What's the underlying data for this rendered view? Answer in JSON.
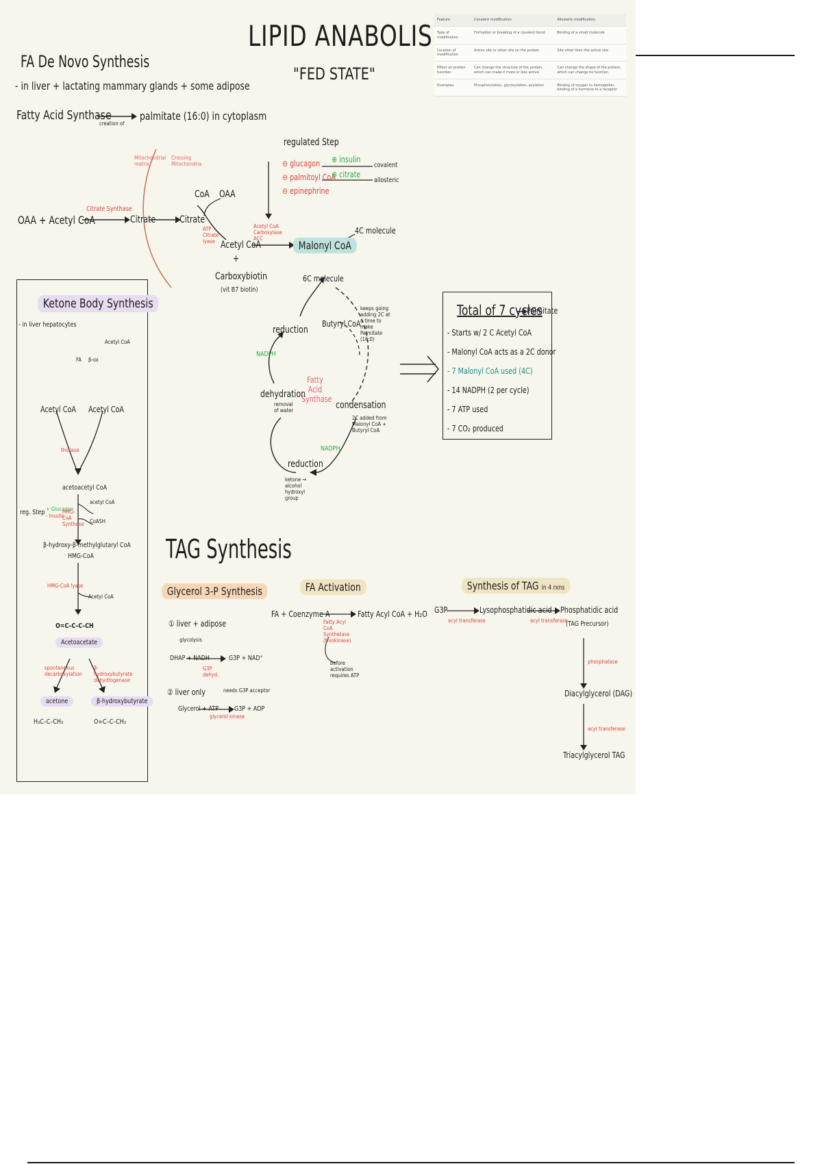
{
  "title": "LIPID ANABOLISM",
  "subtitle": "\"FED STATE\"",
  "denovo": {
    "heading": "FA De Novo Synthesis",
    "location_line": "- in liver + lactating mammary glands + some adipose",
    "enzyme_line_left": "Fatty Acid Synthase",
    "enzyme_arrow_label": "creation of",
    "enzyme_line_right": "palmitate (16:0) in cytoplasm"
  },
  "membrane": {
    "left_label": "Mitochondrial matrix",
    "right_label": "Crossing Mitochondria"
  },
  "citrate_shuttle": {
    "reactants": "OAA + Acetyl CoA",
    "enzyme": "Citrate Synthase",
    "citrate_1": "Citrate",
    "citrate_2": "Citrate",
    "coa": "CoA",
    "oaa": "OAA",
    "lyase": "ATP Citrate lyase",
    "acetyl_coa": "Acetyl CoA",
    "plus": "+",
    "carboxybiotin": "Carboxybiotin",
    "carboxybiotin_note": "(vit B7 biotin)",
    "acc": "Acetyl CoA Carboxylase  ACC",
    "malonyl": "Malonyl CoA",
    "four_c": "4C molecule"
  },
  "regulated_step": {
    "heading": "regulated Step",
    "rows": [
      {
        "neg": "glucagon",
        "pos": "insulin",
        "type": "covalent"
      },
      {
        "neg": "palmitoyl CoA",
        "pos": "citrate",
        "type": "allosteric"
      },
      {
        "neg": "epinephrine",
        "pos": "",
        "type": ""
      }
    ]
  },
  "fas_cycle": {
    "center": "Fatty Acid Synthase",
    "c6": "6C molecule",
    "butyryl": "Butyryl CoA",
    "reduction_top": "reduction",
    "reduction_bottom": "reduction",
    "dehydration": "dehydration",
    "condensation": "condensation",
    "nadph_1": "NADPH",
    "nadph_2": "NADPH",
    "side_note": "keeps going adding 2C at a time to make Palmitate (16:0)",
    "condensation_note": "2C added from Malonyl CoA + Butyryl CoA",
    "reduction_note": "ketone → alcohol hydroxyl group",
    "dehydration_note": "removal of water"
  },
  "cycles_box": {
    "heading": "Total of 7 cycles",
    "arrow_target": "Palmitate",
    "items": [
      "- Starts w/ 2 C Acetyl CoA",
      "- Malonyl CoA acts as a 2C donor",
      "- 7 Malonyl CoA used (4C)",
      "- 14 NADPH (2 per cycle)",
      "- 7 ATP used",
      "- 7 CO₂ produced"
    ]
  },
  "ketone": {
    "heading": "Ketone Body Synthesis",
    "location": "- in liver hepatocytes",
    "acetyl_coa_label": "Acetyl CoA",
    "fa_label": "FA",
    "beta_ox": "β-ox",
    "acetyl_1": "Acetyl CoA",
    "acetyl_2": "Acetyl CoA",
    "thiolase": "thiolase",
    "acetoacetyl": "acetoacetyl CoA",
    "acetyl_in": "acetyl CoA",
    "coash": "CoASH",
    "reg_step": "reg. Step",
    "reg_pos": "+ Glucagon",
    "reg_neg": "- Insulin",
    "hmg_synthase": "HMG-CoA Synthase",
    "hmg": "β-hydroxy-β-methylglutaryl CoA",
    "hmg_abbr": "HMG-CoA",
    "hmg_lyase": "HMG-CoA lyase",
    "acetyl_out": "Acetyl CoA",
    "acetoacetate": "Acetoacetate",
    "decarboxylation": "spontaneous decarboxylation",
    "dehydrogenase": "β-hydroxybutyrate dehydrogenase",
    "acetone": "acetone",
    "hydroxybutyrate": "β-hydroxybutyrate"
  },
  "tag": {
    "heading": "TAG Synthesis",
    "g3p_heading": "Glycerol 3-P Synthesis",
    "g3p_1": "liver + adipose",
    "g3p_1_note": "glycolysis",
    "g3p_1_rxn": "DHAP + NADH",
    "g3p_1_product": "G3P + NAD⁺",
    "g3p_1_enzyme": "G3P dehyd.",
    "g3p_2": "liver only",
    "g3p_2_note": "needs G3P acceptor",
    "g3p_2_rxn": "Glycerol + ATP",
    "g3p_2_product": "G3P + ADP",
    "g3p_2_enzyme": "glycerol kinase",
    "activation_heading": "FA Activation",
    "activation_rxn": "FA + Coenzyme A",
    "activation_enzyme": "Fatty Acyl CoA Synthetase (thiokinase)",
    "activation_product": "Fatty Acyl CoA + H₂O",
    "activation_note": "before activation requires ATP",
    "tag4_heading": "Synthesis of TAG",
    "tag4_suffix": "in 4 rxns",
    "g3p": "G3P",
    "enzyme_1": "acyl transferase",
    "lysophos": "Lysophosphatidic acid",
    "enzyme_2": "acyl transferase",
    "phosphatidic": "Phosphatidic acid",
    "phosphatidic_note": "(TAG Precursor)",
    "phosphatase": "phosphatase",
    "dag": "Diacylglycerol (DAG)",
    "transferase_3": "acyl transferase",
    "tag_final": "Triacylglycerol TAG"
  },
  "ref_table": {
    "headers": [
      "Feature",
      "Covalent modification",
      "Allosteric modification"
    ],
    "rows": [
      [
        "Type of modification",
        "Formation or breaking of a covalent bond",
        "Binding of a small molecule"
      ],
      [
        "Location of modification",
        "Active site or other site on the protein",
        "Site other than the active site"
      ],
      [
        "Effect on protein function",
        "Can change the structure of the protein, which can make it more or less active",
        "Can change the shape of the protein, which can change its function"
      ],
      [
        "Examples",
        "Phosphorylation, glycosylation, acylation",
        "Binding of oxygen to hemoglobin, binding of a hormone to a receptor"
      ]
    ]
  },
  "colors": {
    "page_bg": "#f7f6ec",
    "accent_red": "#d8433e",
    "accent_green": "#2aa84a",
    "teal": "#1f8e8a"
  }
}
